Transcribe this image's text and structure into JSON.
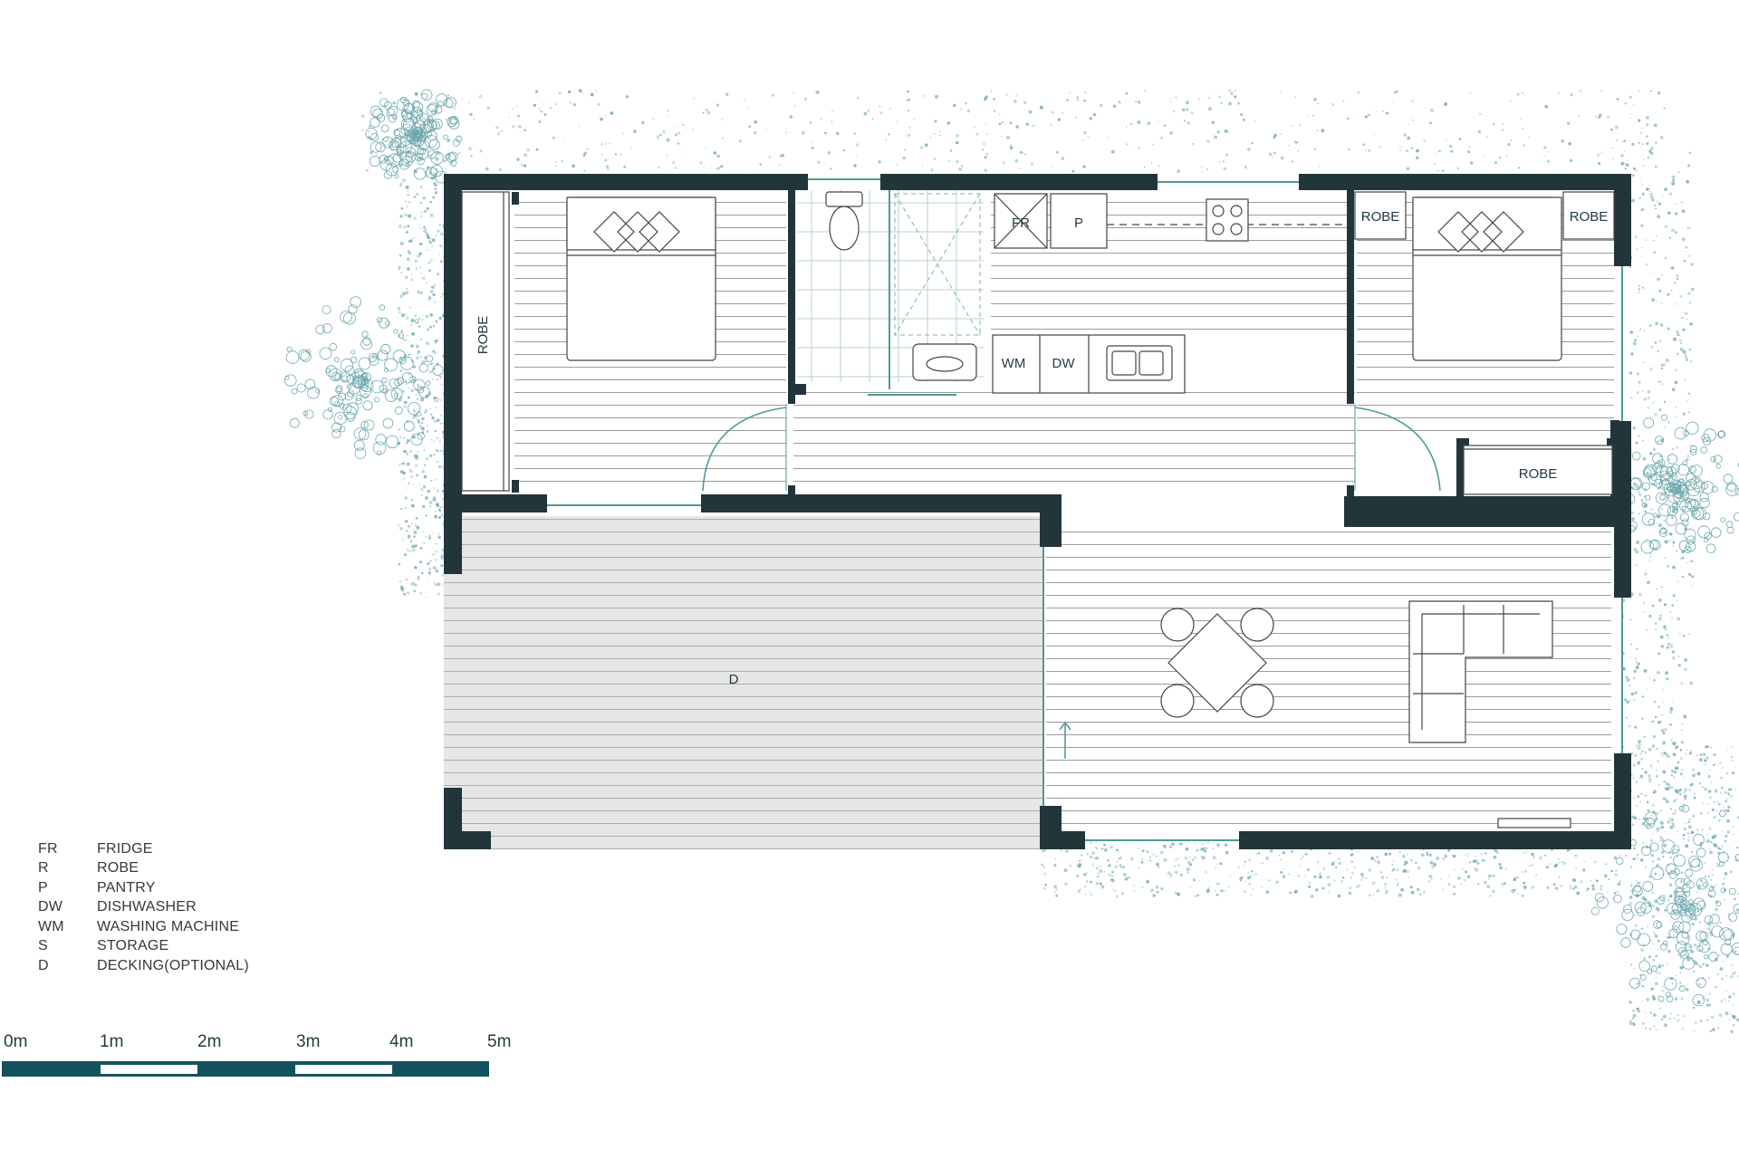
{
  "rooms": {
    "robe_left": "ROBE",
    "robe_top_left": "ROBE",
    "robe_top_right": "ROBE",
    "robe_bottom_right": "ROBE",
    "fridge": "FR",
    "pantry": "P",
    "washing_machine": "WM",
    "dishwasher": "DW",
    "decking": "D"
  },
  "legend": [
    {
      "code": "FR",
      "label": "FRIDGE"
    },
    {
      "code": "R",
      "label": "ROBE"
    },
    {
      "code": "P",
      "label": "PANTRY"
    },
    {
      "code": "DW",
      "label": "DISHWASHER"
    },
    {
      "code": "WM",
      "label": "WASHING MACHINE"
    },
    {
      "code": "S",
      "label": "STORAGE"
    },
    {
      "code": "D",
      "label": "DECKING(OPTIONAL)"
    }
  ],
  "scale_bar": {
    "ticks": [
      "0m",
      "1m",
      "2m",
      "3m",
      "4m",
      "5m"
    ]
  },
  "colors": {
    "wall": "#22353a",
    "line": "#444444",
    "accent": "#4f9a96",
    "foliage": "#6fa9ad",
    "decking": "#e8e8e8",
    "scale": "#13525c"
  },
  "icons": [
    "tree-foliage-icon",
    "bed-icon",
    "toilet-icon",
    "shower-icon",
    "bathtub-icon",
    "cooktop-icon",
    "sink-icon",
    "dining-table-icon",
    "sofa-icon"
  ]
}
